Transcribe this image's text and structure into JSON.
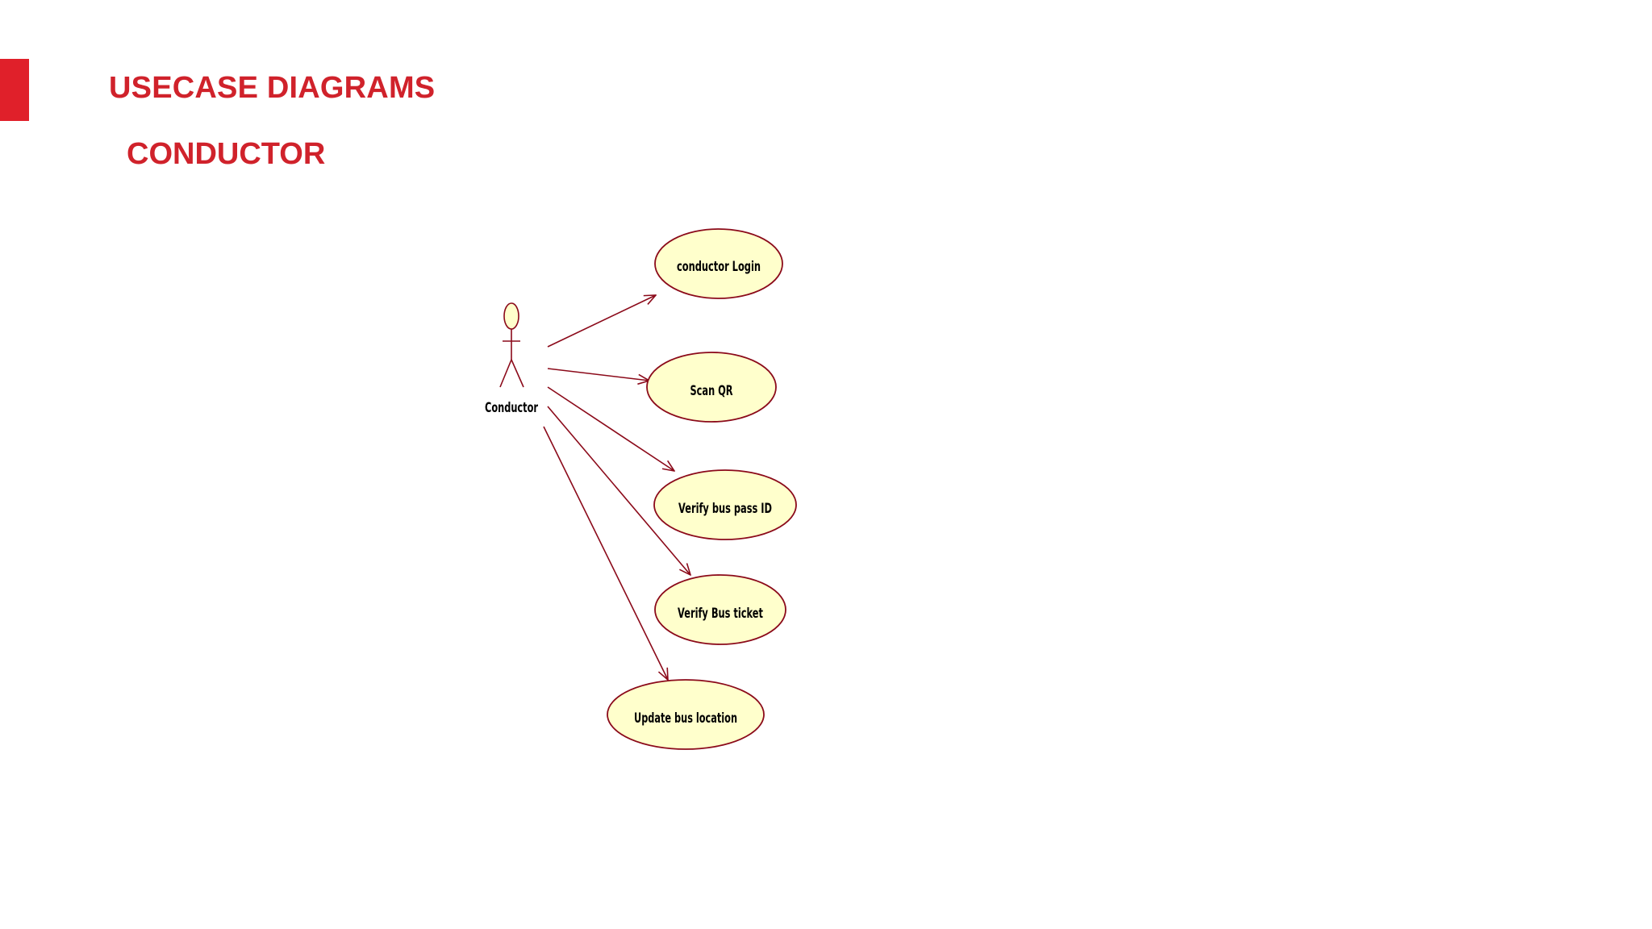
{
  "slide": {
    "title": "USECASE DIAGRAMS",
    "subtitle": "CONDUCTOR"
  },
  "colors": {
    "accent": "#e0202a",
    "title": "#d0222b",
    "usecase_fill": "#ffffcc",
    "usecase_stroke": "#8b0a1a",
    "arrow": "#8b0a1a"
  },
  "diagram": {
    "actor": {
      "name": "Conductor"
    },
    "use_cases": [
      {
        "label": "conductor Login"
      },
      {
        "label": "Scan QR"
      },
      {
        "label": "Verify bus pass ID"
      },
      {
        "label": "Verify Bus ticket"
      },
      {
        "label": "Update bus location"
      }
    ]
  }
}
